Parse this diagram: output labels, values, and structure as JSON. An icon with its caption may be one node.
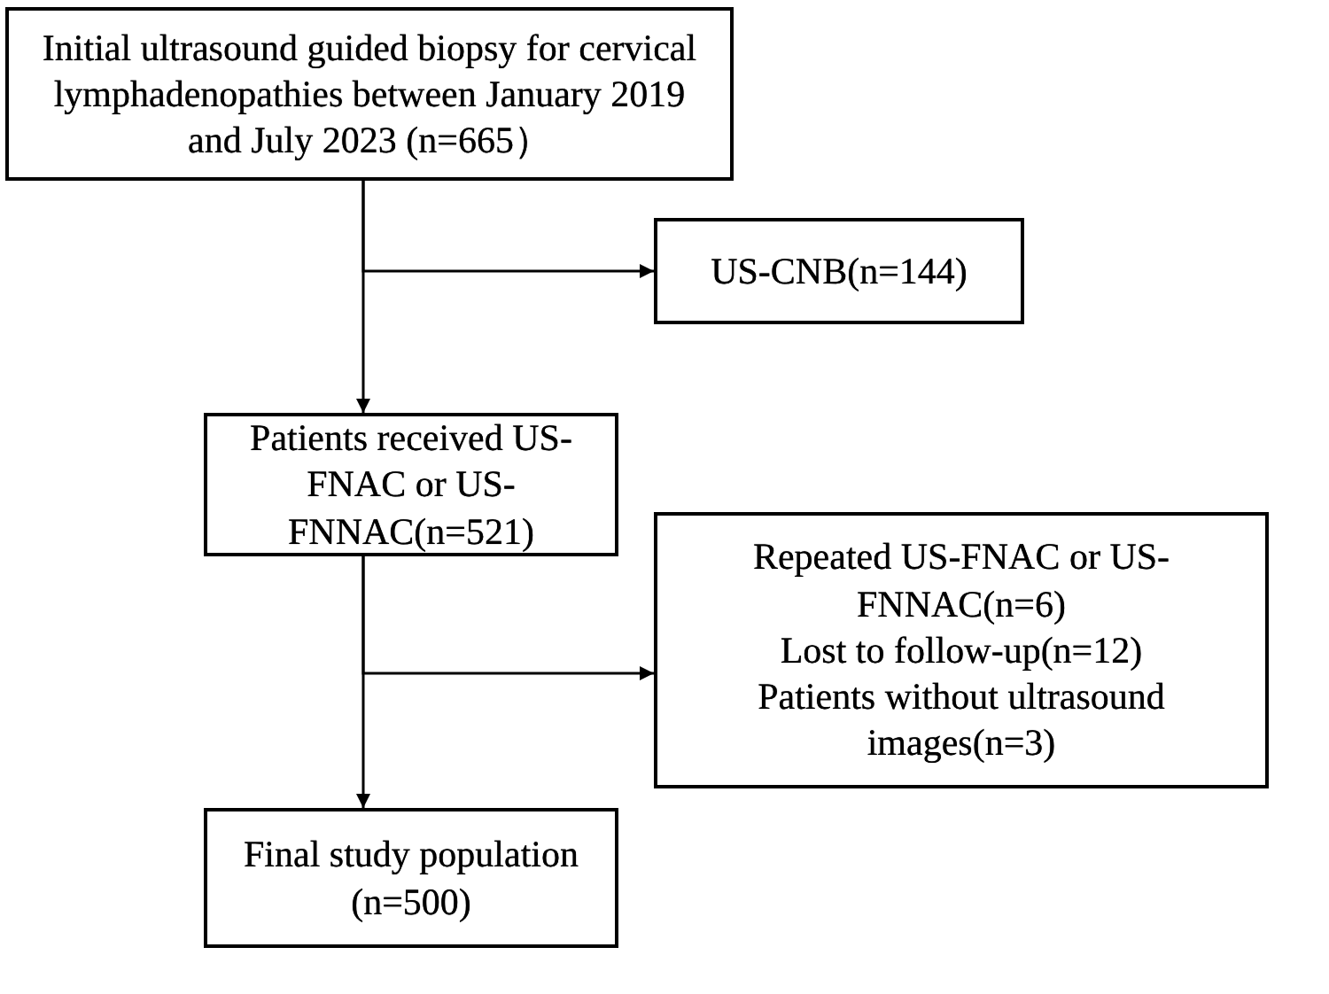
{
  "diagram": {
    "nodes": [
      {
        "text": [
          "Initial ultrasound guided biopsy for cervical lymphadenopathies between January 2019 and July 2023 (n=665）"
        ]
      },
      {
        "text": [
          "US-CNB(n=144)"
        ]
      },
      {
        "text": [
          "Patients received US-FNAC or US-FNNAC(n=521)"
        ]
      },
      {
        "text": [
          "Repeated US-FNAC or US-FNNAC(n=6)",
          "Lost to follow-up(n=12)",
          "Patients without ultrasound images(n=3)"
        ]
      },
      {
        "text": [
          "Final study population (n=500)"
        ]
      }
    ],
    "edges": [
      {
        "from": 0,
        "to": 2,
        "arrow": "to"
      },
      {
        "from": 0,
        "to": 1,
        "arrow": "to"
      },
      {
        "from": 2,
        "to": 4,
        "arrow": "to"
      },
      {
        "from": 2,
        "to": 3,
        "arrow": "to"
      }
    ]
  }
}
